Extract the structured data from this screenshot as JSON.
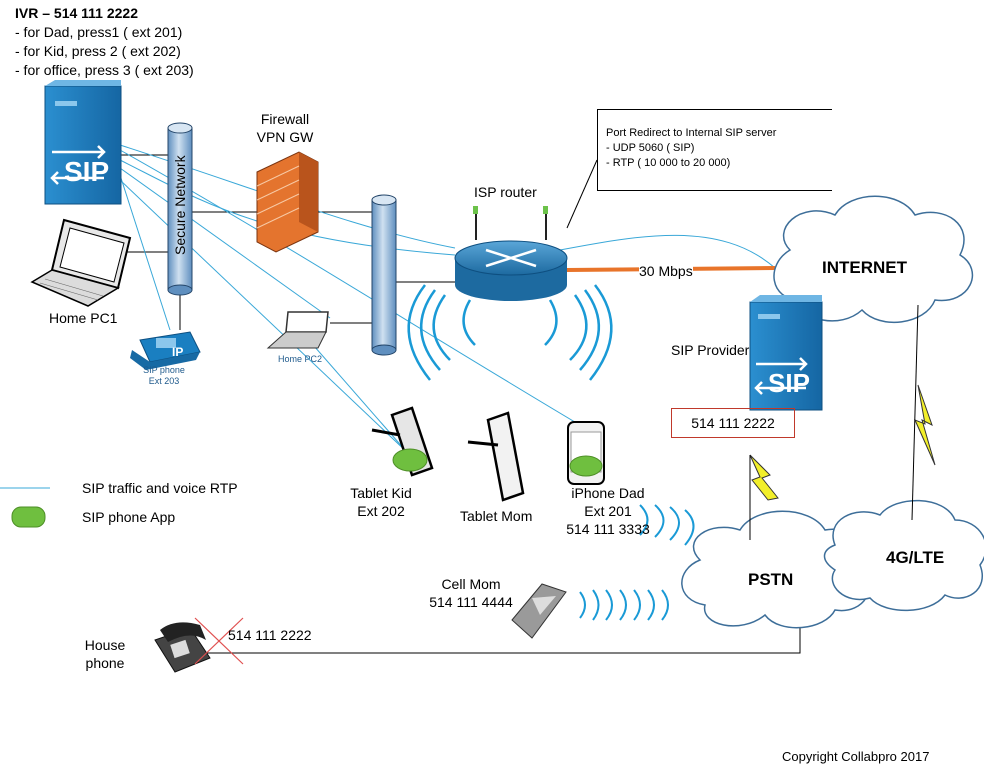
{
  "ivr": {
    "title": "IVR – 514 111 2222",
    "lines": [
      "- for Dad, press1 ( ext 201)",
      "- for Kid, press 2 ( ext 202)",
      "- for office, press 3 ( ext 203)"
    ]
  },
  "labels": {
    "firewall_1": "Firewall",
    "firewall_2": "VPN GW",
    "secure_network": "Secure Network",
    "isp_router": "ISP router",
    "bandwidth": "30 Mbps",
    "internet": "INTERNET",
    "sip_provider": "SIP Provider",
    "sip_provider_number": "514 111 2222",
    "home_pc1": "Home PC1",
    "home_pc2": "Home PC2",
    "sip_phone_1": "SIP phone",
    "sip_phone_2": "Ext  203",
    "tablet_kid_1": "Tablet Kid",
    "tablet_kid_2": "Ext 202",
    "tablet_mom": "Tablet Mom",
    "iphone_1": "iPhone Dad",
    "iphone_2": "Ext 201",
    "iphone_3": "514 111 3333",
    "pstn": "PSTN",
    "lte": "4G/LTE",
    "cell_mom_1": "Cell Mom",
    "cell_mom_2": "514 111 4444",
    "house_phone_1": "House",
    "house_phone_2": "phone",
    "house_phone_number": "514 111 2222",
    "sip_badge": "SIP",
    "phone_badge": "IP",
    "copyright": "Copyright Collabpro 2017"
  },
  "callout": {
    "title": "Port Redirect to Internal SIP server",
    "lines": [
      "- UDP 5060 ( SIP)",
      "- RTP ( 10 000 to 20 000)"
    ]
  },
  "legend": {
    "sip_traffic": "SIP traffic and voice RTP",
    "sip_app": "SIP phone App"
  },
  "colors": {
    "sip_line": "#3aa8d8",
    "wire": "#000000",
    "uplink": "#e8742a",
    "app_green": "#6fbf3f",
    "server_blue": "#1a7fc1",
    "pipe_blue": "#7fa8cf",
    "cross": "#e05050",
    "lightning": "#f2ef2a"
  }
}
